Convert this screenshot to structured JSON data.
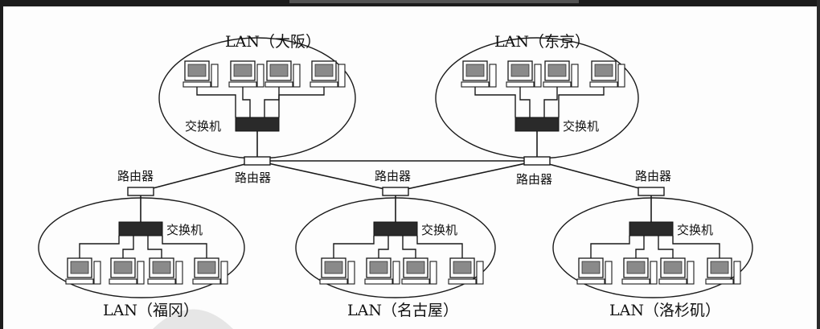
{
  "lans": [
    {
      "label": "LAN（大阪）"
    },
    {
      "label": "LAN（东京）"
    },
    {
      "label": "LAN（福冈）"
    },
    {
      "label": "LAN（名古屋）"
    },
    {
      "label": "LAN（洛杉矶）"
    }
  ],
  "switch_label": "交换机",
  "router_label": "路由器",
  "colors": {
    "line": "#1a1a1a",
    "switch": "#2a2a2a",
    "monitor_screen": "#8a8a8a",
    "background": "#fdfdfd"
  }
}
